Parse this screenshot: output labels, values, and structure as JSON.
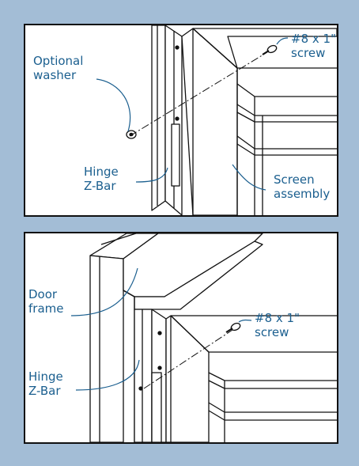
{
  "colors": {
    "background": "#a3bdd6",
    "panel": "#ffffff",
    "label_text": "#1b5f8f",
    "line_art": "#111111"
  },
  "top_panel": {
    "labels": {
      "screw": [
        "#8 x 1\"",
        "screw"
      ],
      "washer": [
        "Optional",
        "washer"
      ],
      "hinge": [
        "Hinge",
        "Z-Bar"
      ],
      "screen": [
        "Screen",
        "assembly"
      ]
    }
  },
  "bottom_panel": {
    "labels": {
      "door_frame": [
        "Door",
        "frame"
      ],
      "screw": [
        "#8 x 1\"",
        "screw"
      ],
      "hinge": [
        "Hinge",
        "Z-Bar"
      ]
    }
  }
}
